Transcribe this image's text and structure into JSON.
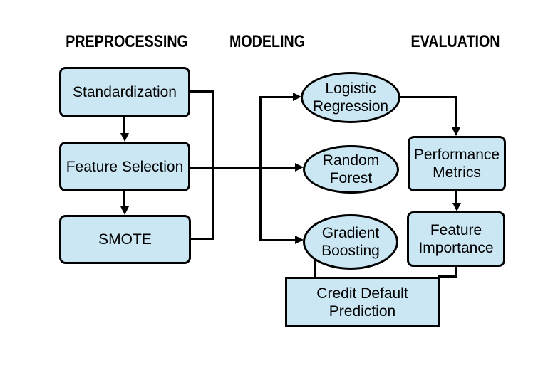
{
  "colors": {
    "background": "#ffffff",
    "node_fill": "#cbe7f4",
    "stroke": "#000000",
    "text": "#000000"
  },
  "headers": {
    "preprocessing": "PREPROCESSING",
    "modeling": "MODELING",
    "evaluation": "EVALUATION"
  },
  "nodes": {
    "standardization": "Standardization",
    "feature_selection": "Feature Selection",
    "smote": "SMOTE",
    "logistic_regression": "Logistic\nRegression",
    "random_forest": "Random\nForest",
    "gradient_boosting": "Gradient\nBoosting",
    "performance_metrics": "Performance\nMetrics",
    "feature_importance": "Feature\nImportance",
    "credit_default_prediction": "Credit Default\nPrediction"
  },
  "edges": [
    {
      "from": "standardization",
      "to": "feature_selection",
      "arrow": true
    },
    {
      "from": "feature_selection",
      "to": "smote",
      "arrow": true
    },
    {
      "from": "standardization",
      "to": "models_branch",
      "arrow": false
    },
    {
      "from": "feature_selection",
      "to": "models_branch",
      "arrow": false
    },
    {
      "from": "smote",
      "to": "models_branch",
      "arrow": false
    },
    {
      "from": "models_branch",
      "to": "logistic_regression",
      "arrow": true
    },
    {
      "from": "models_branch",
      "to": "random_forest",
      "arrow": true
    },
    {
      "from": "models_branch",
      "to": "gradient_boosting",
      "arrow": true
    },
    {
      "from": "logistic_regression",
      "to": "performance_metrics",
      "arrow": true
    },
    {
      "from": "performance_metrics",
      "to": "feature_importance",
      "arrow": true
    },
    {
      "from": "feature_importance",
      "to": "credit_default_prediction",
      "arrow": false
    },
    {
      "from": "gradient_boosting",
      "to": "credit_default_prediction",
      "arrow": false
    }
  ]
}
